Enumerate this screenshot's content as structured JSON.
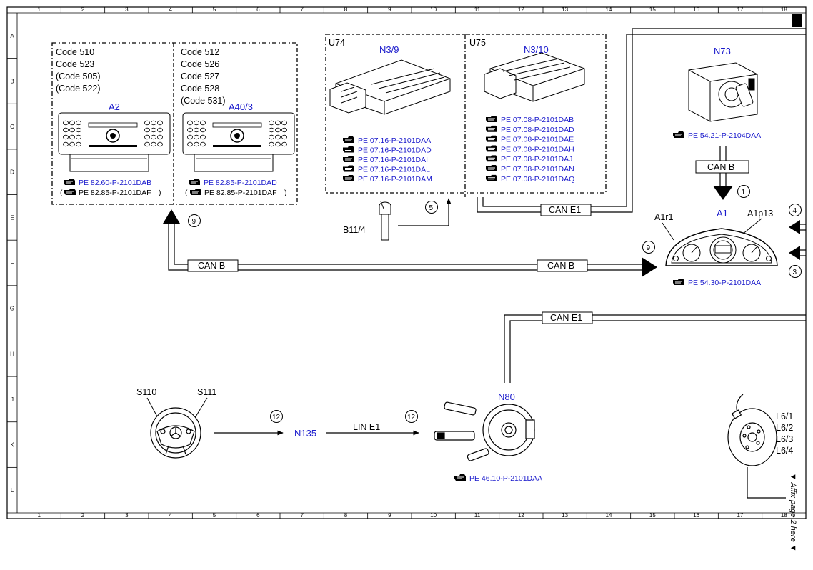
{
  "grid": {
    "columns": [
      "1",
      "2",
      "3",
      "4",
      "5",
      "6",
      "7",
      "8",
      "9",
      "10",
      "11",
      "12",
      "13",
      "14",
      "15",
      "16",
      "17",
      "18"
    ],
    "rows": [
      "A",
      "B",
      "C",
      "D",
      "E",
      "F",
      "G",
      "H",
      "J",
      "K",
      "L"
    ]
  },
  "colors": {
    "link": "#1a1acc",
    "line": "#000000"
  },
  "radio_panel": {
    "left_codes": [
      "Code 510",
      "Code 523",
      "(Code 505)",
      "(Code 522)"
    ],
    "right_codes": [
      "Code 512",
      "Code 526",
      "Code 527",
      "Code 528",
      "(Code 531)"
    ],
    "a2_label": "A2",
    "a40_label": "A40/3",
    "a2_refs": [
      "PE 82.60-P-2101DAB",
      "PE 82.85-P-2101DAF"
    ],
    "a40_refs": [
      "PE 82.85-P-2101DAD",
      "PE 82.85-P-2101DAF"
    ],
    "open_paren": "(",
    "close_paren": ")"
  },
  "ecu_panel": {
    "u74": "U74",
    "u75": "U75",
    "n39_label": "N3/9",
    "n310_label": "N3/10",
    "n39_refs": [
      "PE 07.16-P-2101DAA",
      "PE 07.16-P-2101DAD",
      "PE 07.16-P-2101DAI",
      "PE 07.16-P-2101DAL",
      "PE 07.16-P-2101DAM"
    ],
    "n310_refs": [
      "PE 07.08-P-2101DAB",
      "PE 07.08-P-2101DAD",
      "PE 07.08-P-2101DAE",
      "PE 07.08-P-2101DAH",
      "PE 07.08-P-2101DAJ",
      "PE 07.08-P-2101DAN",
      "PE 07.08-P-2101DAQ"
    ]
  },
  "sensor": {
    "label": "B11/4",
    "callout": "5"
  },
  "n73": {
    "label": "N73",
    "ref": "PE 54.21-P-2104DAA",
    "bus": "CAN B",
    "callout": "1"
  },
  "cluster": {
    "label": "A1",
    "part_r1": "A1r1",
    "part_p13": "A1p13",
    "ref": "PE 54.30-P-2101DAA",
    "callout_left": "9",
    "callout_4": "4",
    "callout_3": "3"
  },
  "buses": {
    "can_b": "CAN B",
    "can_e1": "CAN E1",
    "lin_e1": "LIN E1",
    "callout_9": "9"
  },
  "steering": {
    "s110": "S110",
    "s111": "S111",
    "callout": "12"
  },
  "n135": {
    "label": "N135"
  },
  "n80": {
    "label": "N80",
    "ref": "PE 46.10-P-2101DAA",
    "callout": "12"
  },
  "l6": {
    "labels": [
      "L6/1",
      "L6/2",
      "L6/3",
      "L6/4"
    ]
  },
  "margin_note": "▼ Affix page 2 here ▼"
}
